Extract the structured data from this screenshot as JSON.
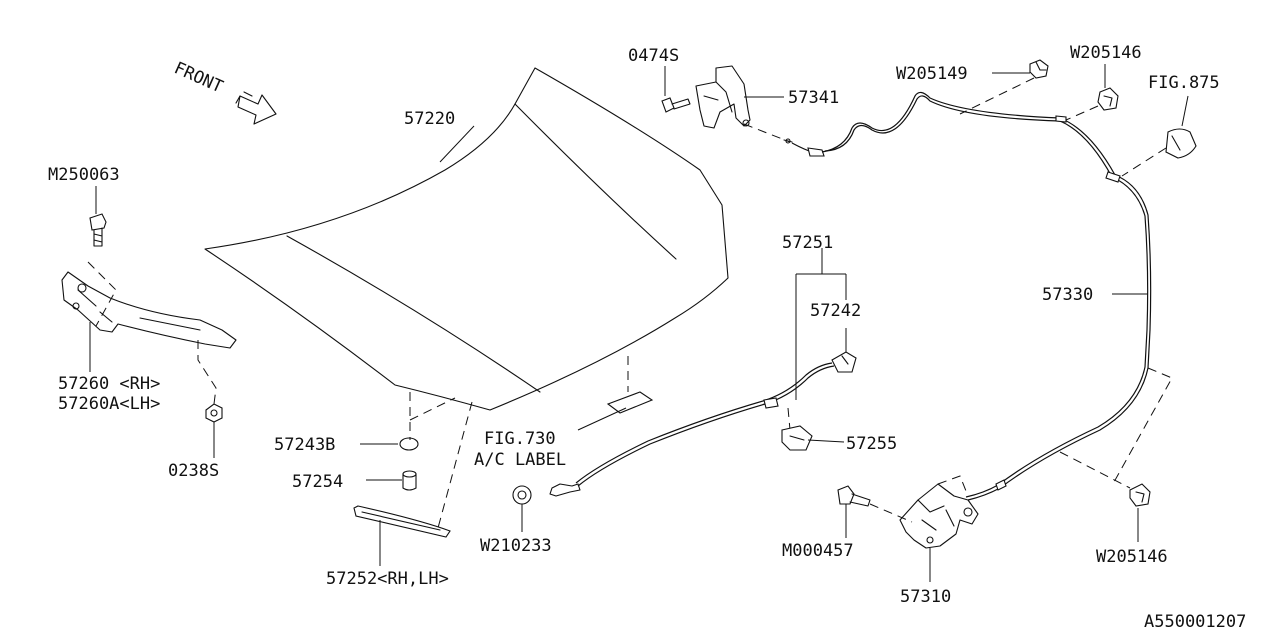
{
  "direction_label": "FRONT",
  "part_labels": {
    "p57220": "57220",
    "p0474s": "0474S",
    "p57341": "57341",
    "w205149": "W205149",
    "w205146_top": "W205146",
    "fig875": "FIG.875",
    "m250063": "M250063",
    "p57251": "57251",
    "p57242": "57242",
    "p57330": "57330",
    "p57260": "57260 <RH>",
    "p57260a": "57260A<LH>",
    "p57243b": "57243B",
    "fig730": "FIG.730",
    "ac_label": "A/C LABEL",
    "p57255": "57255",
    "p0238s": "0238S",
    "p57254": "57254",
    "w210233": "W210233",
    "m000457": "M000457",
    "w205146_bottom": "W205146",
    "p57252": "57252<RH,LH>",
    "p57310": "57310",
    "diagram_code": "A550001207"
  }
}
